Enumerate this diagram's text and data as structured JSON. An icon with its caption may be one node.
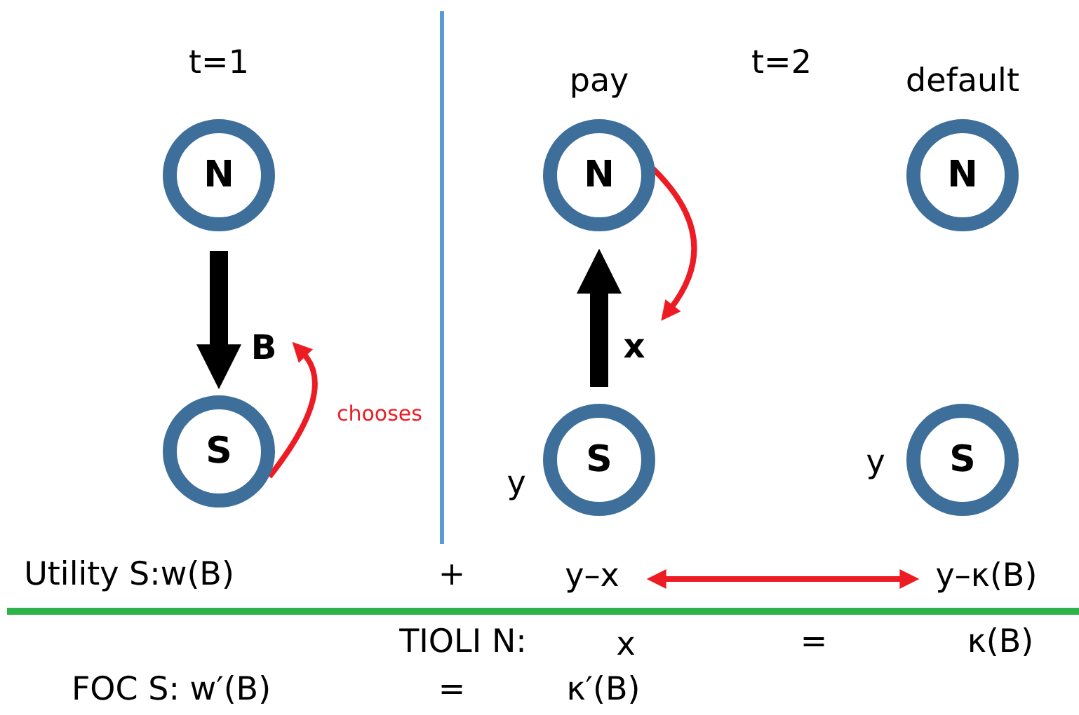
{
  "diagram": {
    "nodes": [
      {
        "text": [
          "N"
        ]
      },
      {
        "text": [
          "S"
        ]
      },
      {
        "text": [
          "B"
        ]
      },
      {
        "text": [
          "N"
        ],
        "beside": [
          "pay"
        ]
      },
      {
        "text": [
          "S"
        ],
        "beside": [
          "y"
        ]
      },
      {
        "text": [
          "x"
        ]
      },
      {
        "text": [
          "N"
        ],
        "beside": [
          "default"
        ]
      },
      {
        "text": [
          "S"
        ],
        "beside": [
          "y"
        ]
      },
      {
        "text": [
          "y–x"
        ]
      },
      {
        "text": [
          "y–κ(B)"
        ]
      }
    ],
    "edges": [
      {
        "from": 0,
        "to": 1,
        "arrow": "to",
        "style": "thick",
        "color": "#000000"
      },
      {
        "from": 1,
        "to": 2,
        "arrow": "to",
        "label": "chooses",
        "color": "#ed1c24"
      },
      {
        "from": 4,
        "to": 3,
        "arrow": "to",
        "style": "thick",
        "color": "#000000"
      },
      {
        "from": 3,
        "to": 5,
        "arrow": "to",
        "color": "#ed1c24"
      },
      {
        "from": 8,
        "to": 9,
        "arrow": "both",
        "color": "#ed1c24"
      }
    ],
    "labels": [
      "t=1",
      "t=2",
      "Utility S:w(B)",
      "+",
      "TIOLI N:",
      "x",
      "=",
      "κ(B)",
      "FOC S: w′(B)",
      "=",
      "κ′(B)"
    ]
  }
}
